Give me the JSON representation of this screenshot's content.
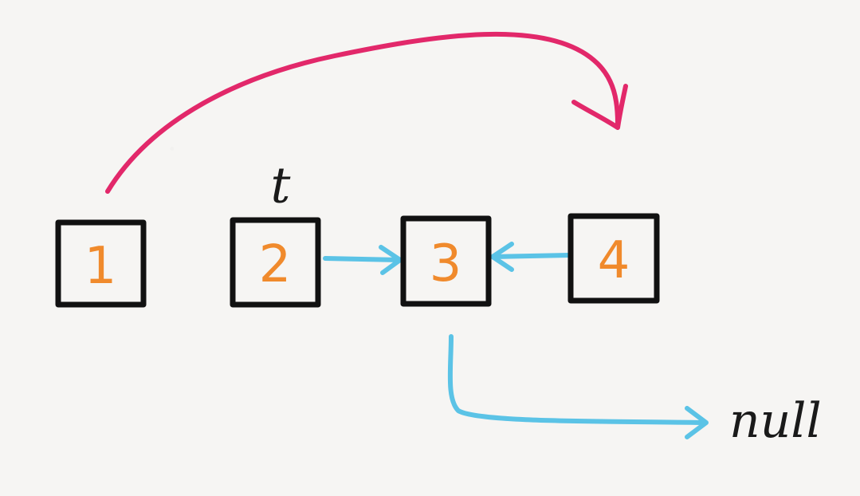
{
  "diagram": {
    "nodes": [
      {
        "id": "n1",
        "label": "1"
      },
      {
        "id": "n2",
        "label": "2"
      },
      {
        "id": "n3",
        "label": "3"
      },
      {
        "id": "n4",
        "label": "4"
      }
    ],
    "pointer_label": "t",
    "null_label": "null",
    "colors": {
      "background": "#f6f5f3",
      "box_stroke": "#111111",
      "node_text": "#f08a2c",
      "text_dark": "#1a1a1a",
      "blue_arrow": "#5bc3e6",
      "red_arrow": "#e2286a"
    }
  }
}
